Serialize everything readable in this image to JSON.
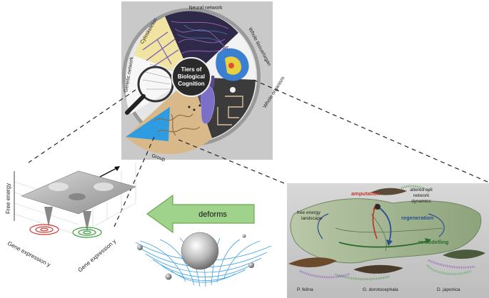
{
  "wheel": {
    "center_line1": "Tiers of",
    "center_line2": "Biological",
    "center_line3": "Cognition",
    "sectors": {
      "neural_network": "Neural network",
      "whole_tissue_organ": "Whole tissue/organ",
      "whole_organism": "Whole organism",
      "group": "Group",
      "genetic_network": "Genetic network",
      "cytoskeleton": "Cytoskeleton"
    },
    "rt_label": "RT"
  },
  "landscape": {
    "y_axis": "Free energy",
    "x_axis_left": "Gene expression y",
    "x_axis_right": "Gene expression y"
  },
  "arrow": {
    "label": "deforms"
  },
  "planaria": {
    "amputation": "amputation",
    "altered_line1": "altered cell",
    "altered_line2": "network",
    "altered_line3": "dynamics",
    "free_energy_line1": "free energy",
    "free_energy_line2": "landscape",
    "regeneration": "regeneration",
    "remodelling": "remodelling",
    "species1": "P. felina",
    "species2": "G. dorotocephala",
    "species3": "D. japonica"
  },
  "colors": {
    "amputation": "#c0392b",
    "regeneration": "#2b4f8f",
    "remodelling": "#2d6a2d",
    "arrow_fill": "#9fd28a",
    "arrow_stroke": "#6aa84f",
    "grid_blue": "#3aa0e8",
    "wheel_bg": "#bdbdbd"
  }
}
